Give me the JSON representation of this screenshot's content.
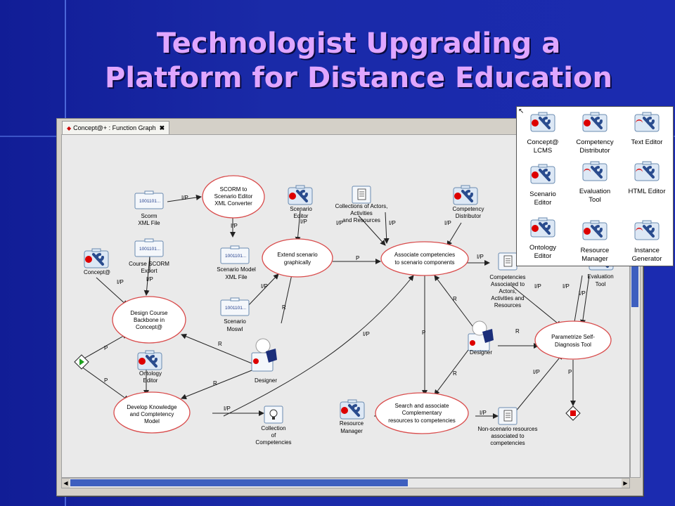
{
  "slide": {
    "title_line1": "Technologist Upgrading a",
    "title_line2": "Platform for Distance Education"
  },
  "window": {
    "tab_label": "Concept@+ : Function Graph",
    "tab_close": "✖"
  },
  "colors": {
    "slide_bg": "#1a2aa8",
    "title": "#e0a6ff",
    "node_stroke": "#d94b4b",
    "scroll_thumb": "#3e5fbf"
  },
  "graph": {
    "ellipses": {
      "scorm_converter": [
        "SCORM to",
        "Scenario Editor",
        "XML Converter"
      ],
      "extend_scenario": [
        "Extend scenario",
        "graphically"
      ],
      "associate_competencies": [
        "Associate competencies",
        "to scenario components"
      ],
      "design_course": [
        "Design Course",
        "Backbone in",
        "Concept@"
      ],
      "develop_knowledge": [
        "Develop Knowledge",
        "and Comptetency",
        "Model"
      ],
      "search_associate": [
        "Search and associate",
        "Complementary",
        "resources to competencies"
      ],
      "parametrize": [
        "Parametrize Self-",
        "Diagnosis Tool"
      ]
    },
    "resources": {
      "scorm_xml": [
        "Scorm",
        "XML File"
      ],
      "course_scorm": [
        "Course SCORM",
        "Export"
      ],
      "scenario_model": [
        "Scenario Model",
        "XML File"
      ],
      "scenario_moswl": [
        "Scenario",
        "Moswl"
      ],
      "collections_actors": [
        "Collections of Actors,",
        "Activities",
        "and Resources"
      ],
      "competencies_associated": [
        "Competencies",
        "Associated to",
        "Actors,",
        "Activities and",
        "Resources"
      ],
      "collection_competencies": [
        "Collection",
        "of",
        "Competencies"
      ],
      "non_scenario": [
        "Non-scenario resources",
        "associated to",
        "competencies"
      ],
      "file_code": "1001101..."
    },
    "tools": {
      "concept_lcms": "Concept@",
      "scenario_editor": [
        "Scenario",
        "Editor"
      ],
      "competency_distributor": [
        "Competency",
        "Distributor"
      ],
      "ontology_editor": [
        "Ontology",
        "Editor"
      ],
      "resource_manager": [
        "Resource",
        "Manager"
      ],
      "evaluation_tool": [
        "Evaluation",
        "Tool"
      ]
    },
    "actors": {
      "designer1": "Designer",
      "designer2": "Designer"
    },
    "links": {
      "ip": "I/P",
      "p": "P",
      "r": "R"
    }
  },
  "palette": {
    "items": [
      {
        "label": "Concept@\nLCMS"
      },
      {
        "label": "Competency\nDistributor"
      },
      {
        "label": "Text Editor"
      },
      {
        "label": "Scenario\nEditor"
      },
      {
        "label": "Evaluation\nTool"
      },
      {
        "label": "HTML Editor"
      },
      {
        "label": "Ontology\nEditor"
      },
      {
        "label": "Resource\nManager"
      },
      {
        "label": "Instance\nGenerator"
      }
    ]
  }
}
